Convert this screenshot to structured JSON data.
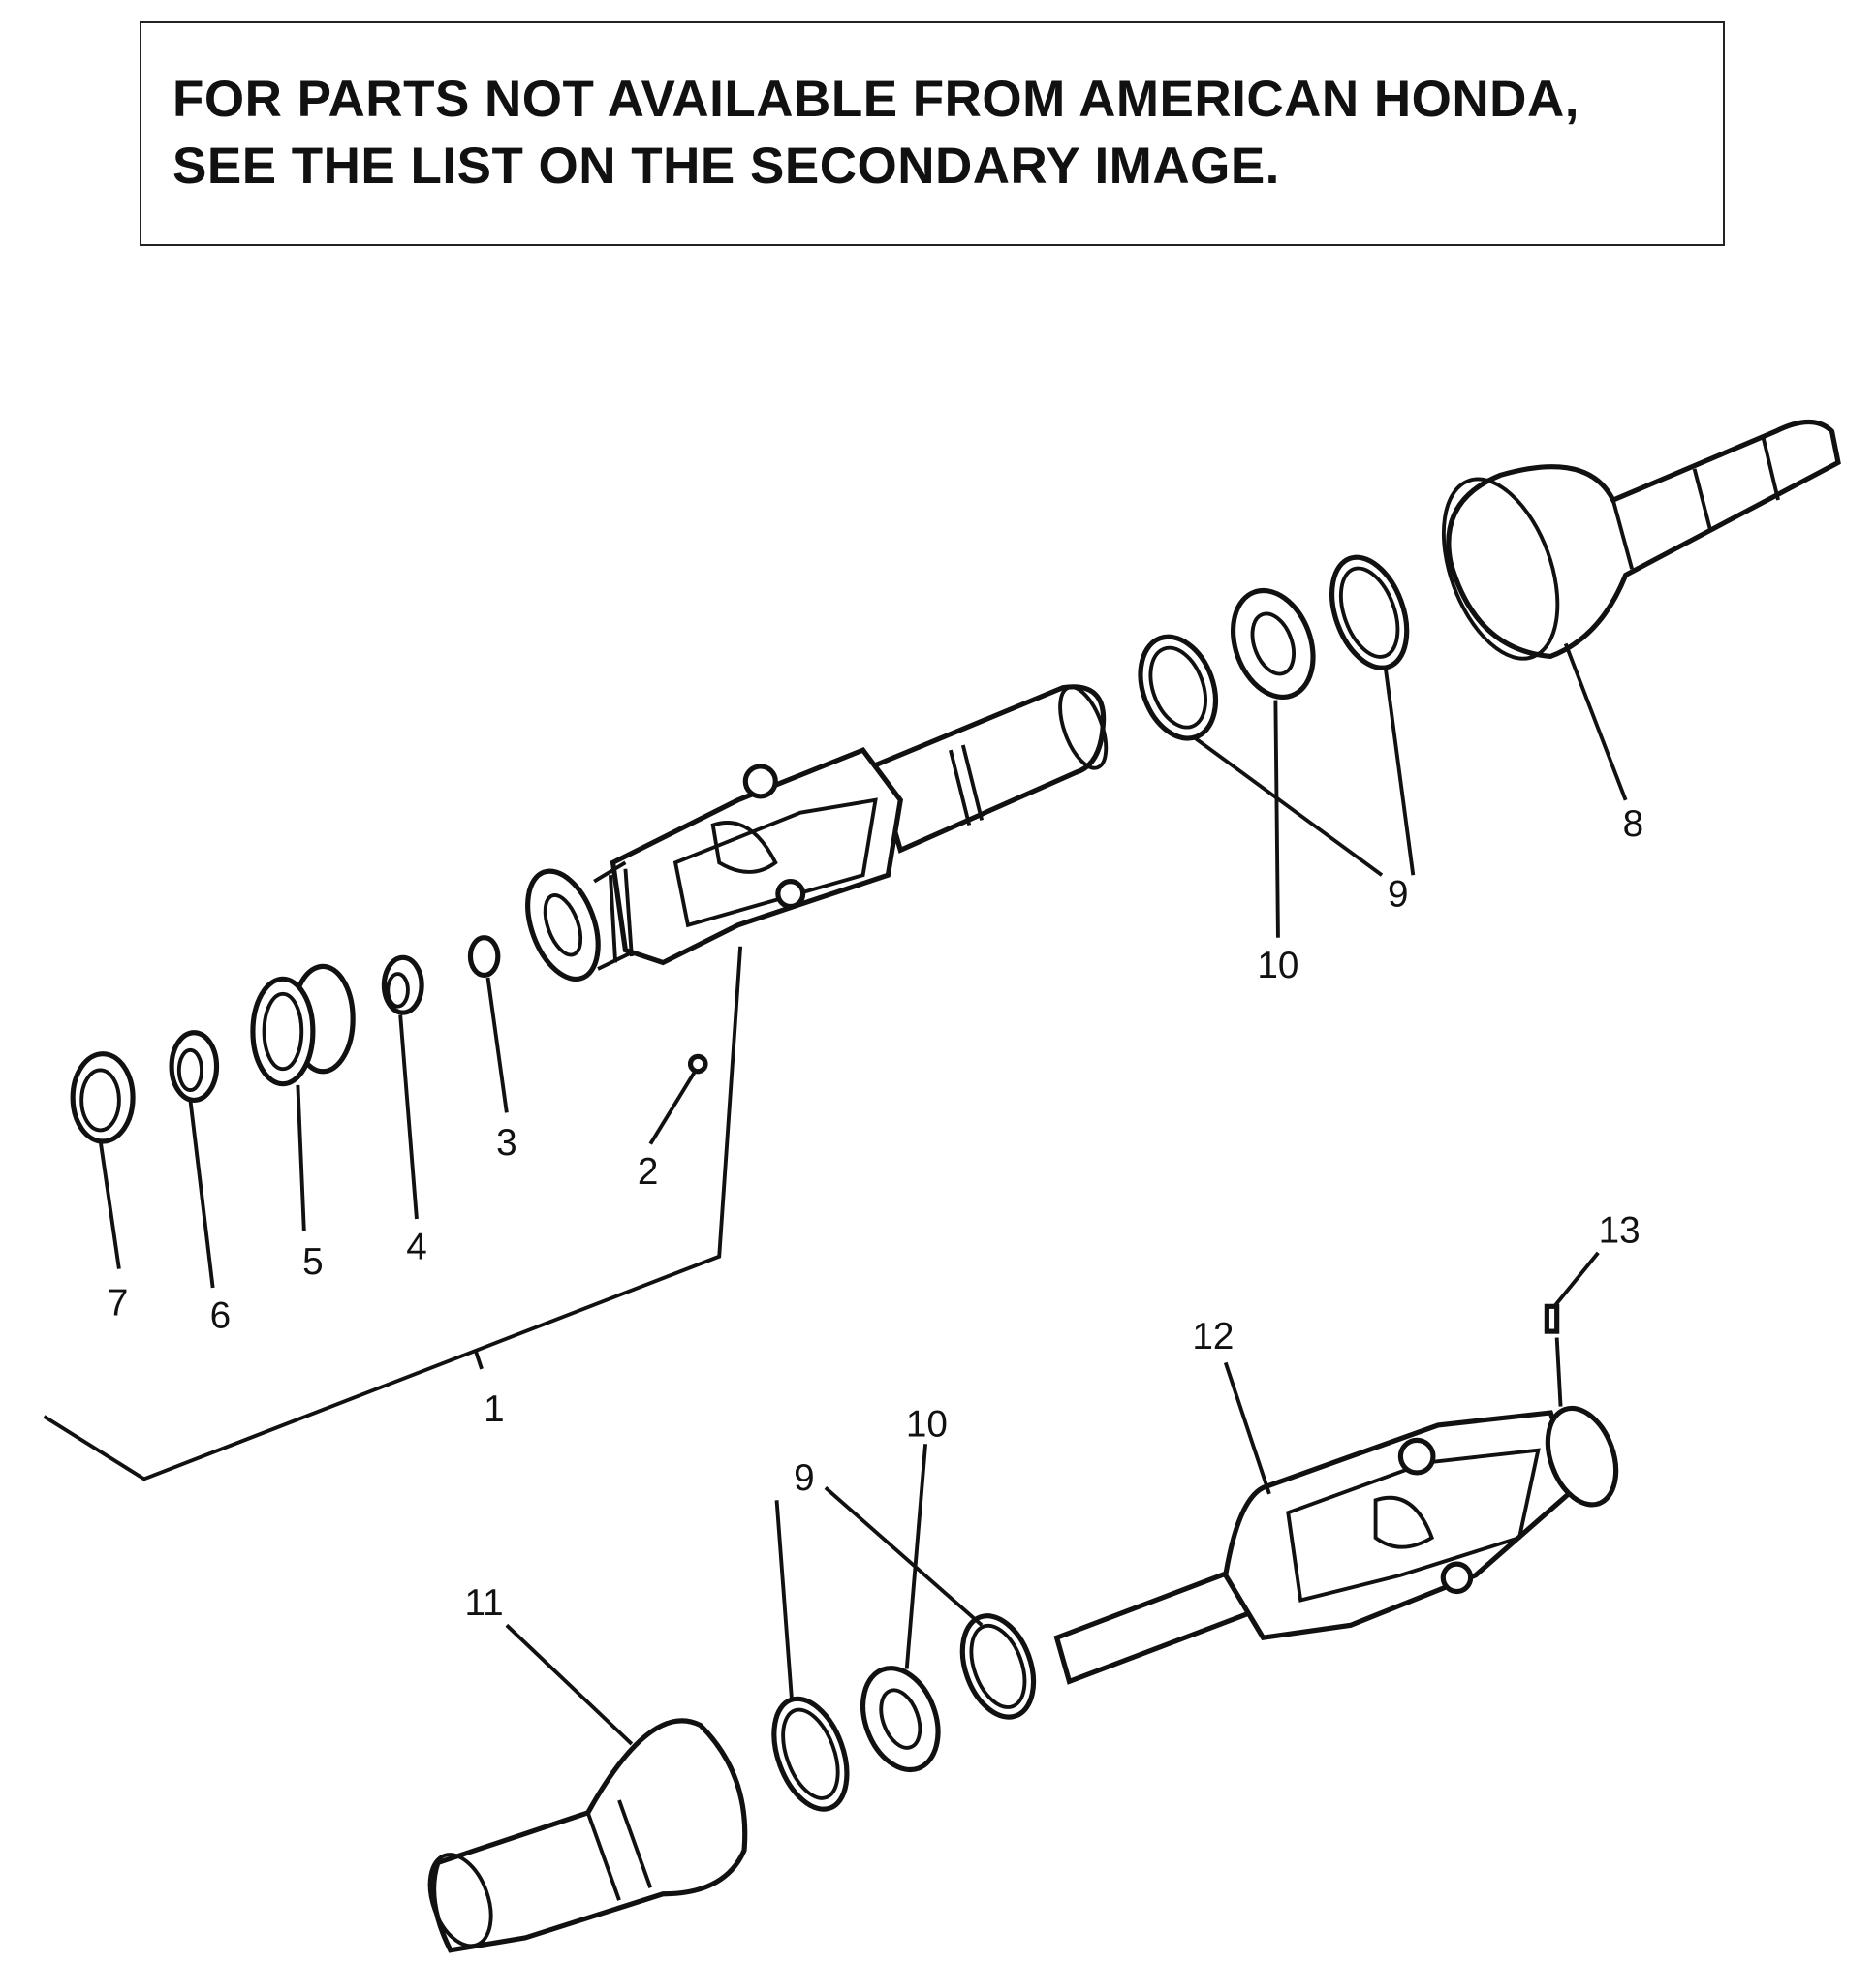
{
  "notice": {
    "line1": "FOR PARTS NOT AVAILABLE FROM AMERICAN HONDA,",
    "line2": "SEE THE LIST ON THE SECONDARY IMAGE."
  },
  "callouts": {
    "c1": "1",
    "c2": "2",
    "c3": "3",
    "c4": "4",
    "c5": "5",
    "c6": "6",
    "c7": "7",
    "c8": "8",
    "c9a": "9",
    "c10a": "10",
    "c9b": "9",
    "c10b": "10",
    "c11": "11",
    "c12": "12",
    "c13": "13"
  }
}
